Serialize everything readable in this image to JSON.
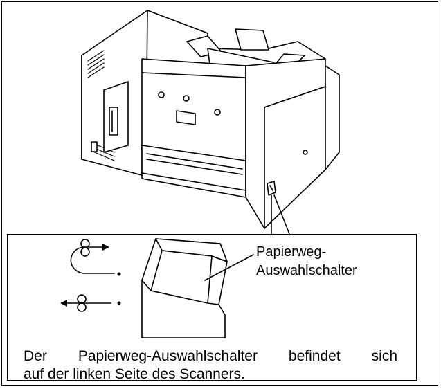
{
  "figure": {
    "callout_label_line1": "Papierweg-",
    "callout_label_line2": "Auswahlschalter",
    "caption_line1": "Der Papierweg-Auswahlschalter befindet sich",
    "caption_line2": "auf der linken Seite des Scanners."
  },
  "icons": {
    "scanner": "scanner-illustration-icon",
    "switch": "paper-path-switch-icon",
    "path_top": "paper-path-return-icon",
    "path_bottom": "paper-path-straight-icon"
  },
  "colors": {
    "line": "#000000",
    "background": "#ffffff"
  }
}
